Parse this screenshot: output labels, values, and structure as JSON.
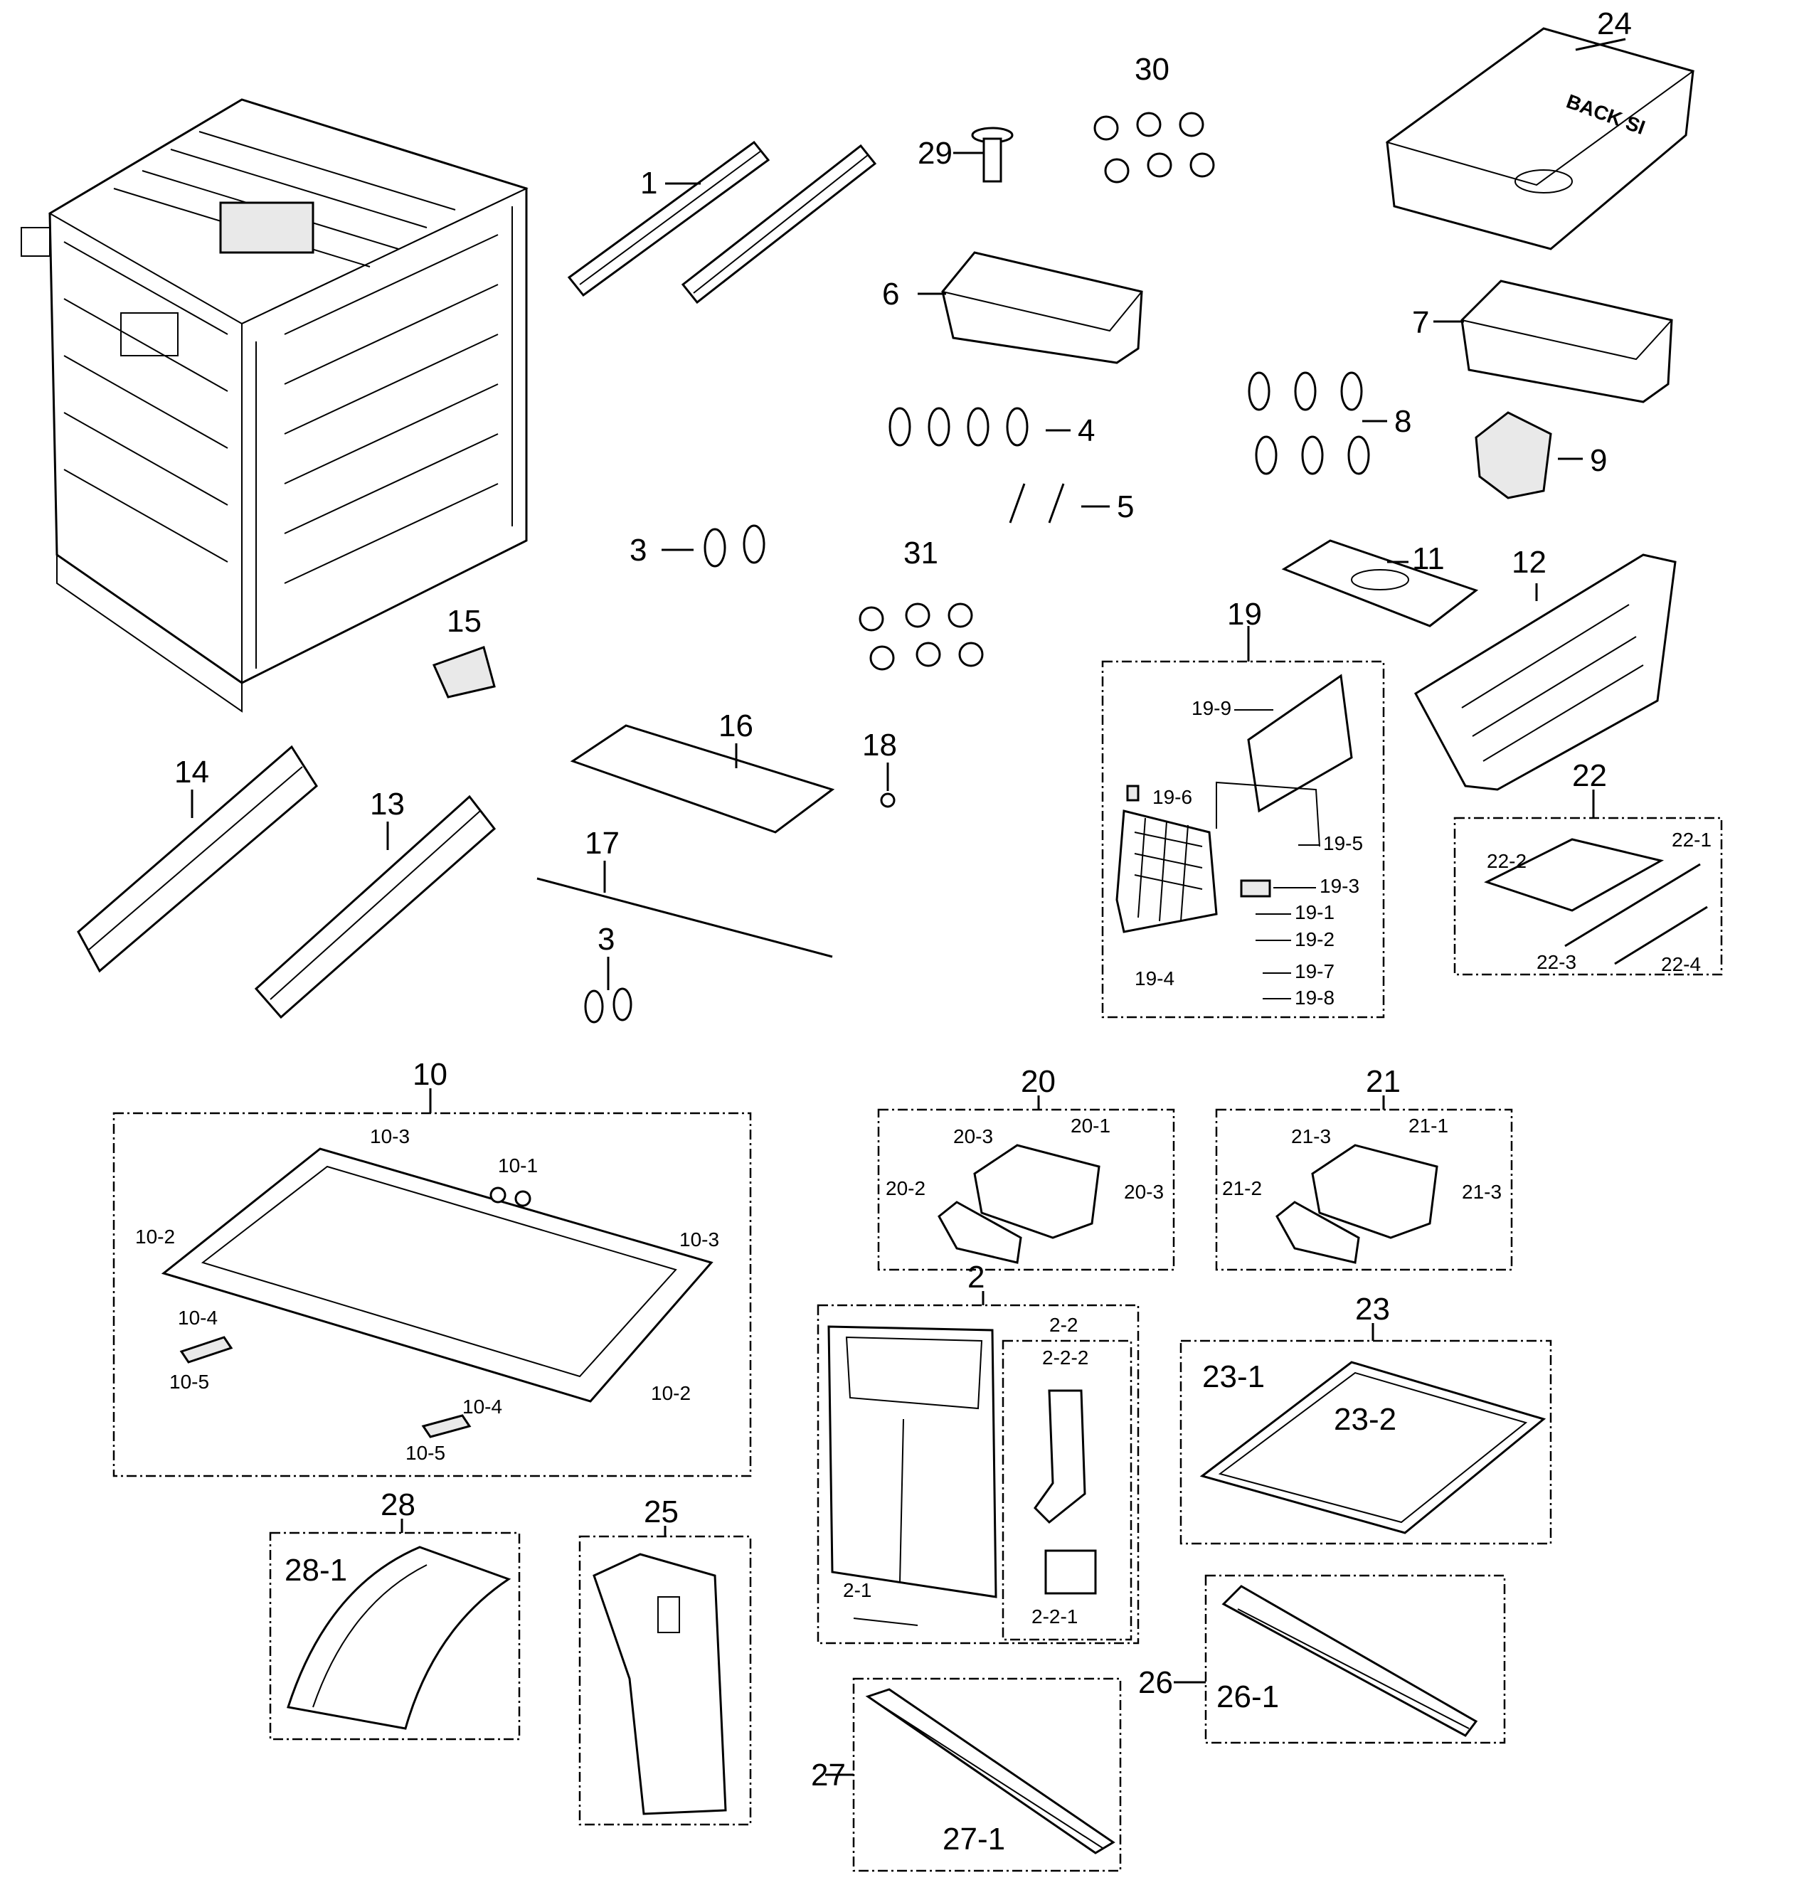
{
  "callouts": {
    "p1": "1",
    "p2": "2",
    "p3a": "3",
    "p3b": "3",
    "p4": "4",
    "p5": "5",
    "p6": "6",
    "p7": "7",
    "p8": "8",
    "p9": "9",
    "p10": "10",
    "p11": "11",
    "p12": "12",
    "p13": "13",
    "p14": "14",
    "p15": "15",
    "p16": "16",
    "p17": "17",
    "p18": "18",
    "p19": "19",
    "p20": "20",
    "p21": "21",
    "p22": "22",
    "p23": "23",
    "p24": "24",
    "p25": "25",
    "p26": "26",
    "p27": "27",
    "p28": "28",
    "p29": "29",
    "p30": "30",
    "p31": "31"
  },
  "sub": {
    "s10_1": "10-1",
    "s10_2a": "10-2",
    "s10_2b": "10-2",
    "s10_3a": "10-3",
    "s10_3b": "10-3",
    "s10_4a": "10-4",
    "s10_4b": "10-4",
    "s10_5a": "10-5",
    "s10_5b": "10-5",
    "s19_1": "19-1",
    "s19_2": "19-2",
    "s19_3": "19-3",
    "s19_4": "19-4",
    "s19_5": "19-5",
    "s19_6": "19-6",
    "s19_7": "19-7",
    "s19_8": "19-8",
    "s19_9": "19-9",
    "s20_1": "20-1",
    "s20_2": "20-2",
    "s20_3a": "20-3",
    "s20_3b": "20-3",
    "s21_1": "21-1",
    "s21_2": "21-2",
    "s21_3a": "21-3",
    "s21_3b": "21-3",
    "s22_1": "22-1",
    "s22_2": "22-2",
    "s22_3": "22-3",
    "s22_4": "22-4",
    "s2_1": "2-1",
    "s2_2": "2-2",
    "s2_2_1": "2-2-1",
    "s2_2_2": "2-2-2",
    "s23_1": "23-1",
    "s23_2": "23-2",
    "s26_1": "26-1",
    "s27_1": "27-1",
    "s28_1": "28-1"
  },
  "imprints": {
    "bin_text": "BACK SI"
  }
}
